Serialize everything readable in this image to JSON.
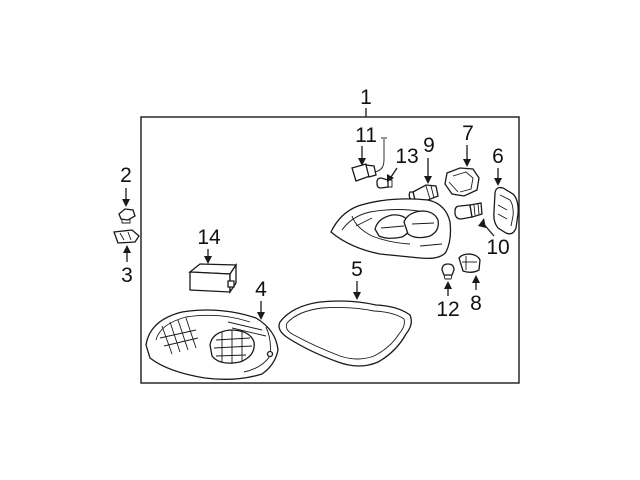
{
  "diagram": {
    "callouts": {
      "c1": "1",
      "c2": "2",
      "c3": "3",
      "c4": "4",
      "c5": "5",
      "c6": "6",
      "c7": "7",
      "c8": "8",
      "c9": "9",
      "c10": "10",
      "c11": "11",
      "c12": "12",
      "c13": "13",
      "c14": "14"
    },
    "colors": {
      "line": "#1a1a1a",
      "background": "#ffffff"
    }
  }
}
